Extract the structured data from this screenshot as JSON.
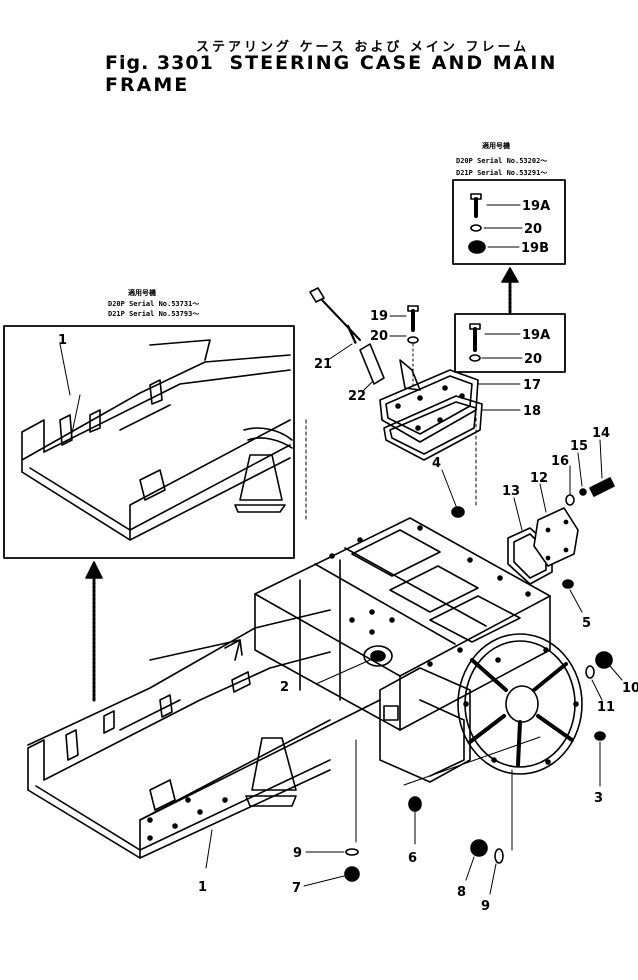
{
  "title": {
    "jp": "ステアリング ケース および メイン フレーム",
    "fig": "Fig. 3301",
    "name": "STEERING CASE AND MAIN FRAME"
  },
  "insets": {
    "frame": {
      "heading": "適用号機",
      "line1": "D20P Serial No.53731～",
      "line2": "D21P Serial No.53793～"
    },
    "cover": {
      "heading": "適用号機",
      "line1": "D20P Serial No.53202～",
      "line2": "D21P Serial No.53291～"
    }
  },
  "callouts": {
    "p1_inset": "1",
    "p1": "1",
    "p2": "2",
    "p3": "3",
    "p4": "4",
    "p5": "5",
    "p6": "6",
    "p7": "7",
    "p8": "8",
    "p9a": "9",
    "p9b": "9",
    "p10": "10",
    "p11": "11",
    "p12": "12",
    "p13": "13",
    "p14": "14",
    "p15": "15",
    "p16": "16",
    "p17": "17",
    "p18": "18",
    "p19": "19",
    "p19a_top": "19A",
    "p19a_mid": "19A",
    "p19b": "19B",
    "p20_top": "20",
    "p20_mid": "20",
    "p20_left": "20",
    "p21": "21",
    "p22": "22"
  }
}
